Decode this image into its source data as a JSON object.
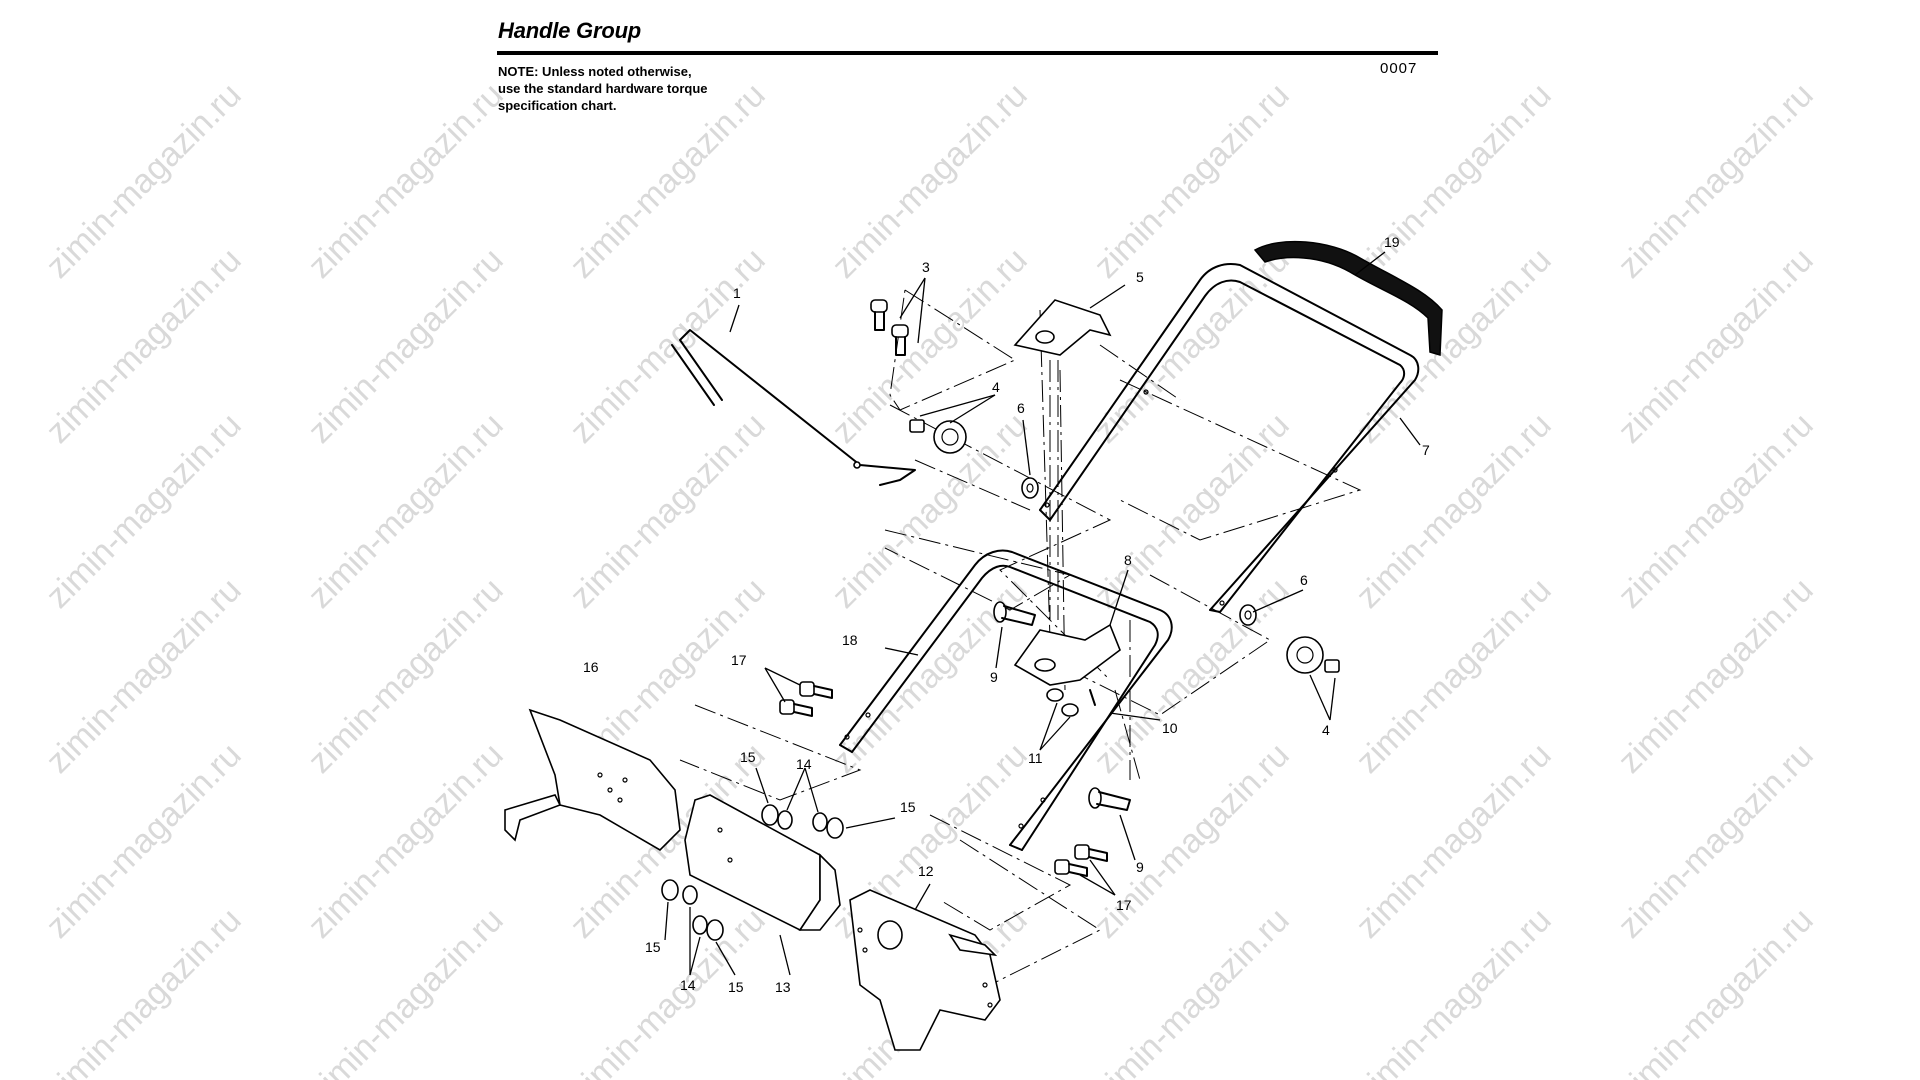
{
  "header": {
    "title": "Handle Group",
    "note": "NOTE: Unless noted otherwise,\nuse the standard hardware torque\nspecification chart.",
    "code": "0007"
  },
  "watermark": {
    "text": "zimin-magazin.ru"
  },
  "callouts": [
    {
      "id": "c1",
      "label": "1"
    },
    {
      "id": "c3",
      "label": "3"
    },
    {
      "id": "c5",
      "label": "5"
    },
    {
      "id": "c19",
      "label": "19"
    },
    {
      "id": "c4a",
      "label": "4"
    },
    {
      "id": "c6a",
      "label": "6"
    },
    {
      "id": "c7",
      "label": "7"
    },
    {
      "id": "c8",
      "label": "8"
    },
    {
      "id": "c6b",
      "label": "6"
    },
    {
      "id": "c18",
      "label": "18"
    },
    {
      "id": "c9a",
      "label": "9"
    },
    {
      "id": "c16",
      "label": "16"
    },
    {
      "id": "c17a",
      "label": "17"
    },
    {
      "id": "c10",
      "label": "10"
    },
    {
      "id": "c4b",
      "label": "4"
    },
    {
      "id": "c11",
      "label": "11"
    },
    {
      "id": "c15a",
      "label": "15"
    },
    {
      "id": "c14a",
      "label": "14"
    },
    {
      "id": "c15b",
      "label": "15"
    },
    {
      "id": "c9b",
      "label": "9"
    },
    {
      "id": "c12",
      "label": "12"
    },
    {
      "id": "c17b",
      "label": "17"
    },
    {
      "id": "c15c",
      "label": "15"
    },
    {
      "id": "c14b",
      "label": "14"
    },
    {
      "id": "c15d",
      "label": "15"
    },
    {
      "id": "c13",
      "label": "13"
    }
  ]
}
